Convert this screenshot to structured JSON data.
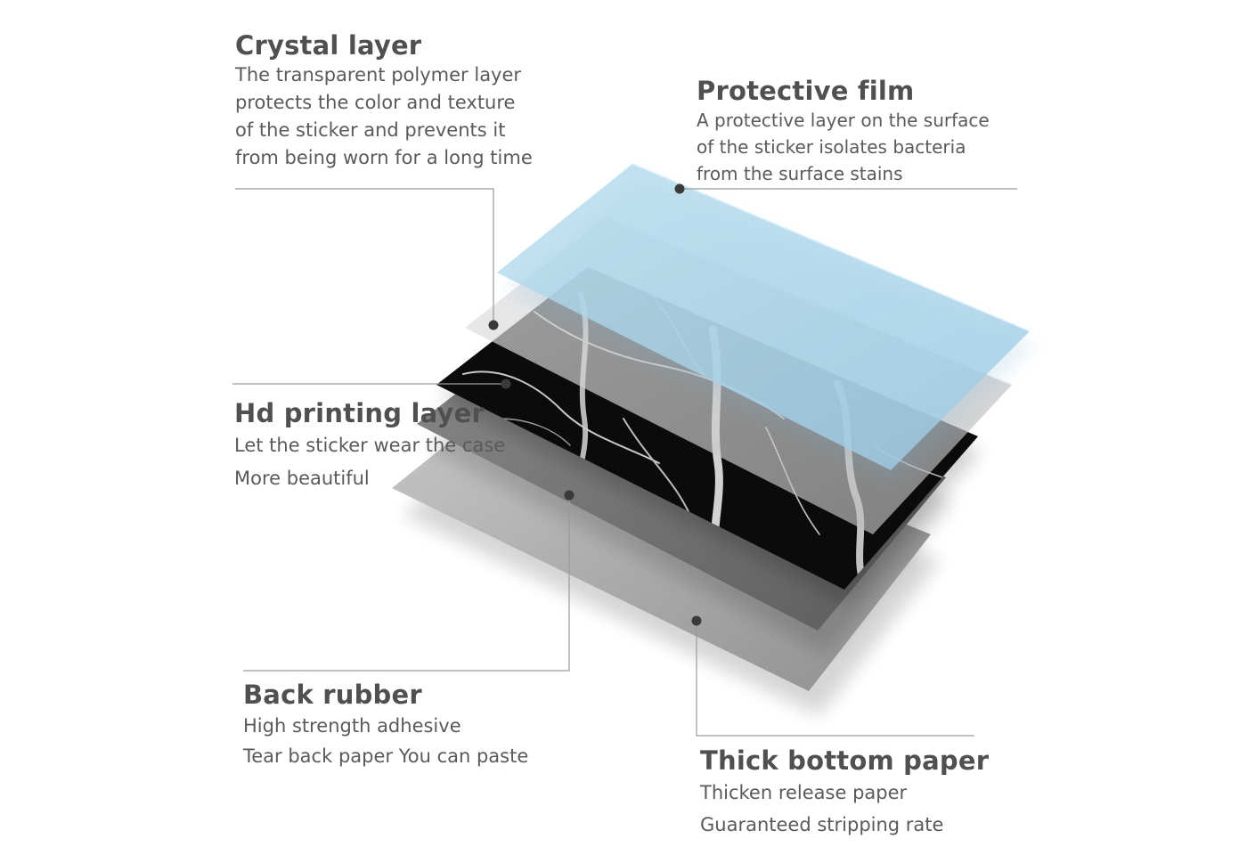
{
  "layers": [
    {
      "id": "crystal",
      "title": "Crystal layer",
      "lines": [
        "The transparent polymer layer",
        "protects the color and texture",
        "of the sticker and prevents it",
        "from being worn for a long time"
      ]
    },
    {
      "id": "protective",
      "title": "Protective film",
      "lines": [
        "A protective layer on the surface",
        "of the sticker isolates bacteria",
        "from the surface stains"
      ]
    },
    {
      "id": "hd",
      "title": "Hd printing layer",
      "lines": [
        "Let the sticker wear the case",
        "More beautiful"
      ]
    },
    {
      "id": "back",
      "title": "Back rubber",
      "lines": [
        "High strength adhesive",
        "Tear back paper You can paste"
      ]
    },
    {
      "id": "thick",
      "title": "Thick bottom paper",
      "lines": [
        "Thicken release paper",
        "Guaranteed stripping rate"
      ]
    }
  ],
  "colors": {
    "protective_film": "#a9d3ea",
    "crystal_layer": "#d9d9d9",
    "printing_layer": "#0b0b0b",
    "back_rubber": "#6e6e6e",
    "bottom_paper": "#9a9a9a",
    "text": "#4a4a4a",
    "leader_line": "#9a9a9a"
  }
}
